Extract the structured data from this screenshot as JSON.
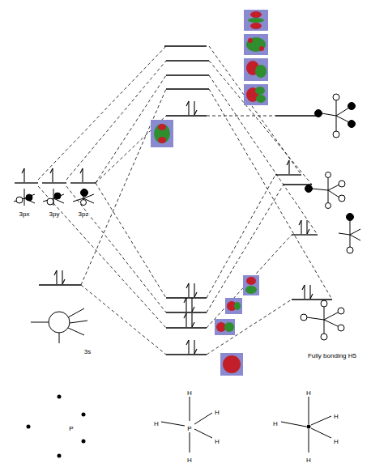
{
  "diagram": {
    "labels": [
      "3px",
      "3py",
      "3pz",
      "3s",
      "Fully bonding H5",
      "P",
      "H",
      "H",
      "P",
      "H",
      "H",
      "H",
      "H",
      "H",
      "H",
      "H",
      "H"
    ]
  }
}
